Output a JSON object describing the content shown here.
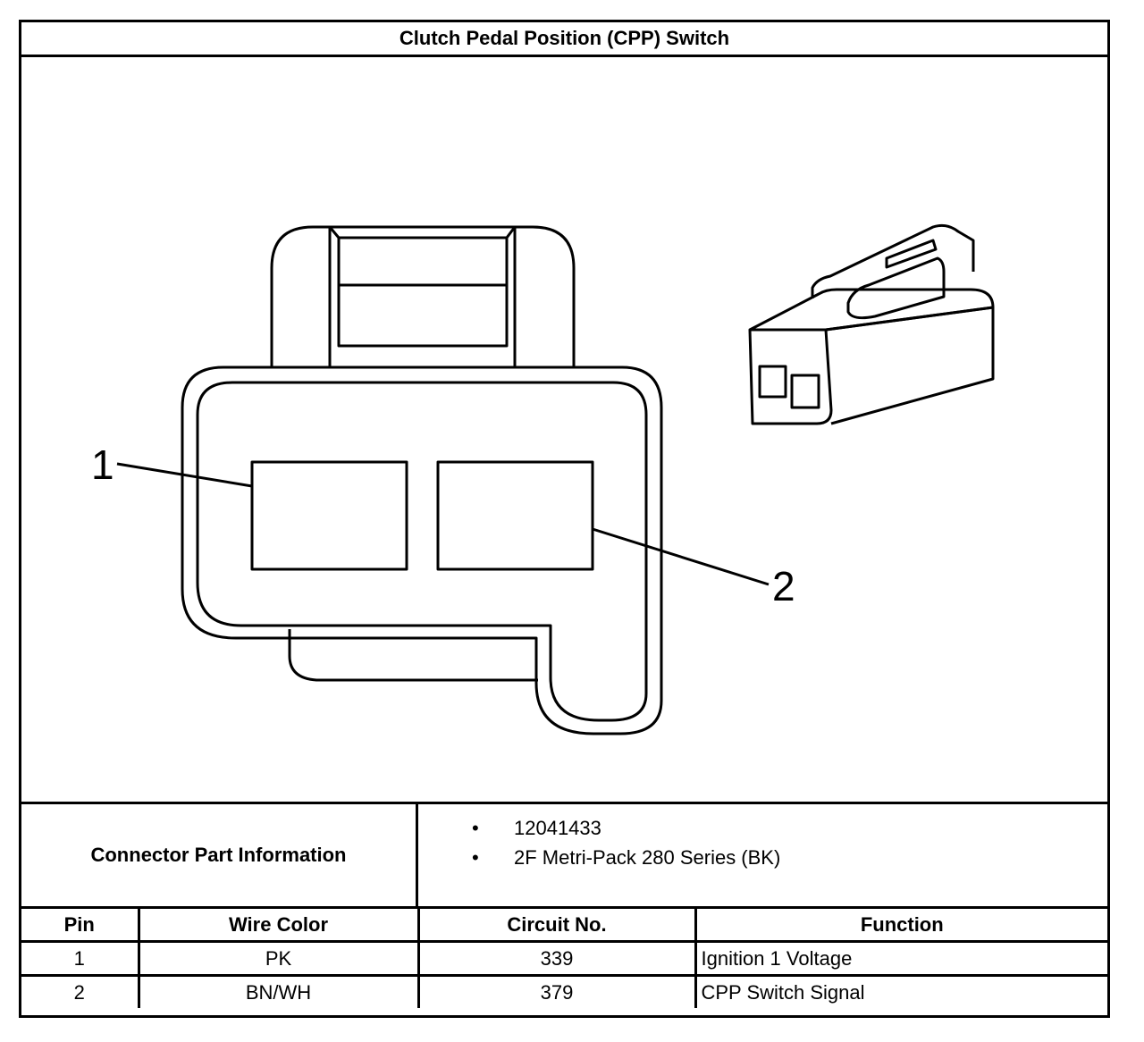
{
  "title": "Clutch Pedal Position (CPP) Switch",
  "callouts": {
    "pin1": "1",
    "pin2": "2"
  },
  "connector_info": {
    "label": "Connector Part Information",
    "items": [
      "12041433",
      "2F Metri-Pack 280 Series (BK)"
    ],
    "bullet": "•"
  },
  "table": {
    "headers": [
      "Pin",
      "Wire Color",
      "Circuit No.",
      "Function"
    ],
    "rows": [
      [
        "1",
        "PK",
        "339",
        "Ignition 1 Voltage"
      ],
      [
        "2",
        "BN/WH",
        "379",
        "CPP Switch Signal"
      ]
    ]
  }
}
